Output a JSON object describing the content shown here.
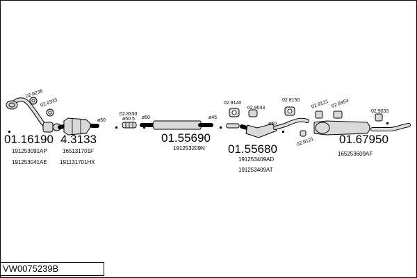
{
  "title": "VW0075239B",
  "big_numbers": {
    "n1": "01.16190",
    "n2": "4.3133",
    "n3": "01.55690",
    "n4": "01.55680",
    "n5": "01.67950"
  },
  "oem_numbers": {
    "o1": "191253091AP",
    "o2": "191253041AE",
    "o3": "165131701F",
    "o4": "191131701HX",
    "o5": "191253209N",
    "o6": "191253409AD",
    "o7": "191253409AT",
    "o8": "165253609AF"
  },
  "small_parts": {
    "p1": "02.9236",
    "p2": "02.9333",
    "p3": "02.8330",
    "p4": "02.8140",
    "p5": "02.9033",
    "p6": "02.8150",
    "p7": "02.9121",
    "p8": "02.9353",
    "p9": "02.9033",
    "p10": "02.9121"
  },
  "diameters": {
    "d1": "ø50",
    "d2": "ø50.5",
    "d3": "ø50",
    "d4": "ø45",
    "d5": "ø50"
  },
  "colors": {
    "part_fill": "#d9d9d9",
    "outline": "#000000"
  },
  "icons": [
    "manifold-downpipe",
    "catalytic-converter",
    "front-pipe",
    "middle-silencer",
    "rear-silencer",
    "clamp",
    "rubber-mount",
    "gasket"
  ]
}
